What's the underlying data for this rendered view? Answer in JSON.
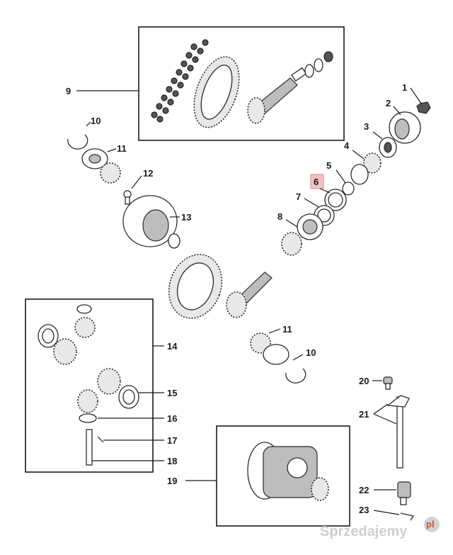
{
  "callouts": {
    "c1": "1",
    "c2": "2",
    "c3": "3",
    "c4": "4",
    "c5": "5",
    "c6": "6",
    "c7": "7",
    "c8": "8",
    "c9": "9",
    "c10a": "10",
    "c11a": "11",
    "c12": "12",
    "c13": "13",
    "c11b": "11",
    "c10b": "10",
    "c14": "14",
    "c15": "15",
    "c16": "16",
    "c17": "17",
    "c18": "18",
    "c19": "19",
    "c20": "20",
    "c21": "21",
    "c22": "22",
    "c23": "23"
  },
  "highlighted_callout": "6",
  "colors": {
    "highlight": "#f3c1c1",
    "line": "#1a1a1a",
    "watermark_dot": "#e4463c"
  },
  "watermark": {
    "text": "Sprzedajemy",
    "badge": "pl"
  }
}
